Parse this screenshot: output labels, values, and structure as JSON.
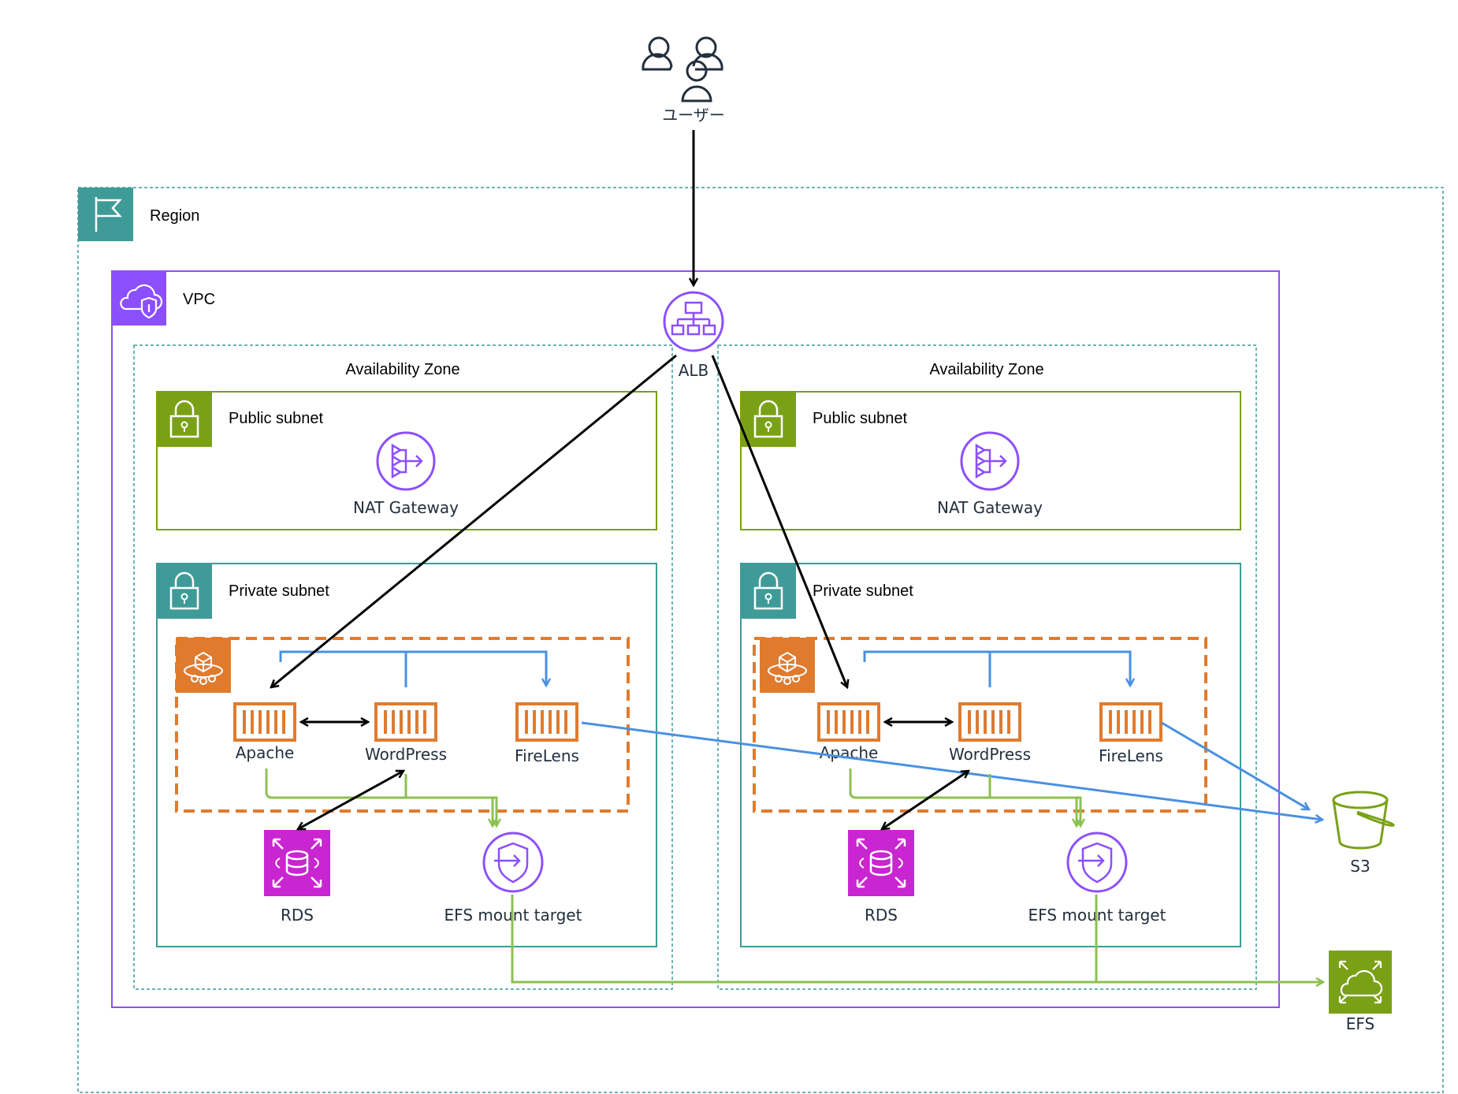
{
  "users": {
    "label": "ユーザー"
  },
  "region": {
    "label": "Region"
  },
  "vpc": {
    "label": "VPC"
  },
  "alb": {
    "label": "ALB"
  },
  "zones": [
    {
      "label": "Availability Zone",
      "public_subnet": {
        "label": "Public subnet",
        "nat_label": "NAT Gateway"
      },
      "private_subnet": {
        "label": "Private subnet",
        "containers": {
          "apache": "Apache",
          "wordpress": "WordPress",
          "firelens": "FireLens"
        },
        "rds_label": "RDS",
        "efs_mount_label": "EFS mount target"
      }
    },
    {
      "label": "Availability Zone",
      "public_subnet": {
        "label": "Public subnet",
        "nat_label": "NAT Gateway"
      },
      "private_subnet": {
        "label": "Private subnet",
        "containers": {
          "apache": "Apache",
          "wordpress": "WordPress",
          "firelens": "FireLens"
        },
        "rds_label": "RDS",
        "efs_mount_label": "EFS mount target"
      }
    }
  ],
  "s3": {
    "label": "S3"
  },
  "efs": {
    "label": "EFS"
  },
  "colors": {
    "region": "#3f9b98",
    "vpc": "#8c4fff",
    "public_subnet": "#7aa116",
    "private_subnet": "#3f9b98",
    "ecs_task": "#e07b2e",
    "rds": "#c925d1",
    "efs": "#7aa116",
    "flow_blue": "#4a90e2",
    "flow_green": "#8cc152",
    "flow_black": "#000000"
  }
}
